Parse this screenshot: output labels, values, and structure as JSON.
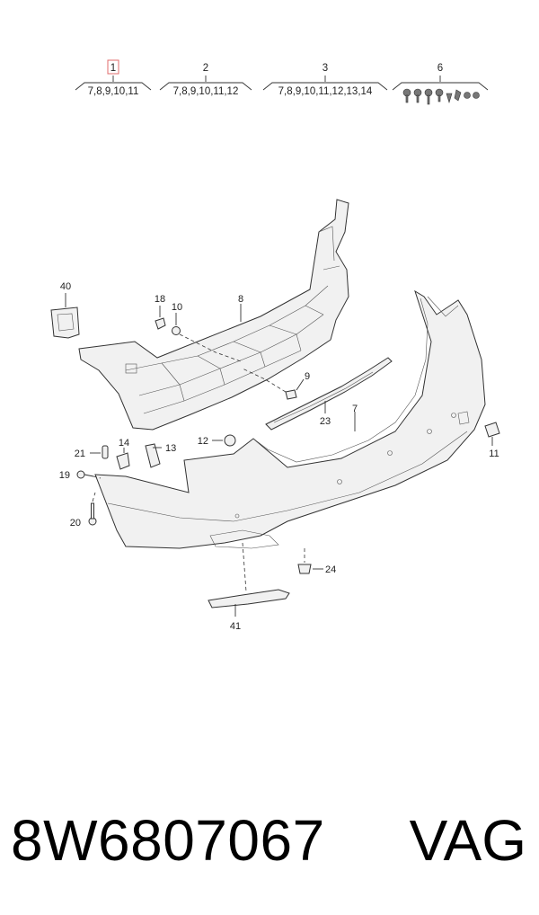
{
  "groups": [
    {
      "id": "1",
      "items": "7,8,9,10,11"
    },
    {
      "id": "2",
      "items": "7,8,9,10,11,12"
    },
    {
      "id": "3",
      "items": "7,8,9,10,11,12,13,14"
    },
    {
      "id": "6",
      "items": ""
    }
  ],
  "callouts": [
    "40",
    "18",
    "10",
    "8",
    "9",
    "23",
    "7",
    "11",
    "21",
    "14",
    "13",
    "12",
    "19",
    "20",
    "24",
    "41"
  ],
  "footer": {
    "part_number": "8W6807067",
    "brand": "VAG"
  },
  "colors": {
    "highlight": "#e06b6b",
    "line": "#333333"
  }
}
